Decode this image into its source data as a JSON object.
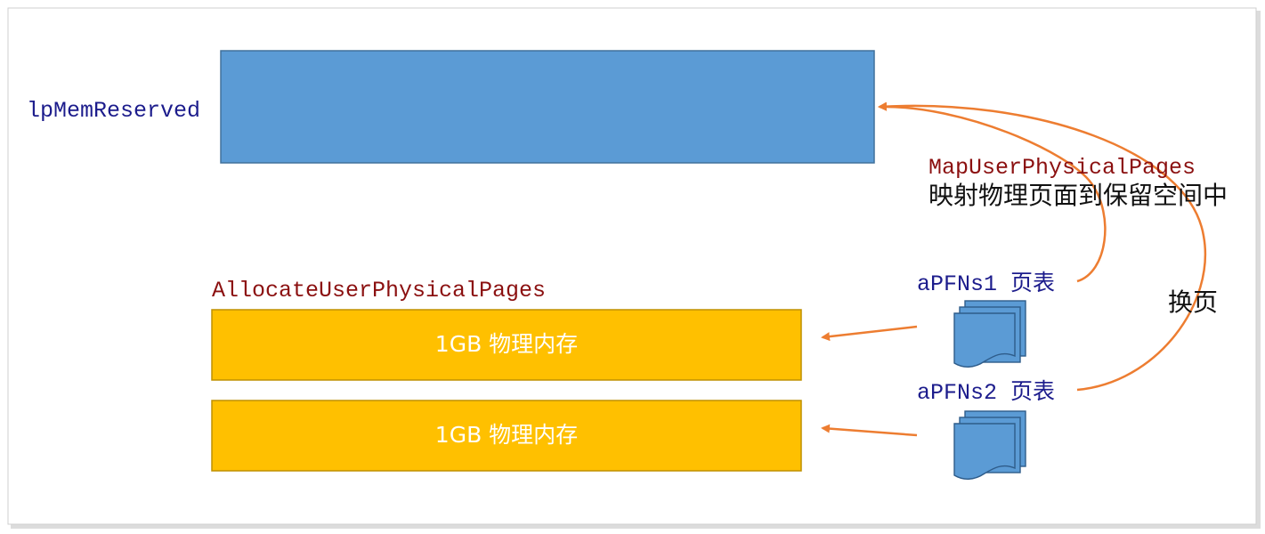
{
  "diagram": {
    "reserved_label": "lpMemReserved",
    "map_function": "MapUserPhysicalPages",
    "map_description": "映射物理页面到保留空间中",
    "allocate_function": "AllocateUserPhysicalPages",
    "memory_blocks": [
      {
        "label": "1GB 物理内存"
      },
      {
        "label": "1GB 物理内存"
      }
    ],
    "page_tables": [
      {
        "label": "aPFNs1 页表"
      },
      {
        "label": "aPFNs2 页表"
      }
    ],
    "swap_label": "换页"
  },
  "colors": {
    "reserved_block": "#5b9bd5",
    "memory_block": "#ffc000",
    "arrow": "#ed7d31",
    "variable_text": "#1c1c8c",
    "function_text": "#8b1010",
    "plain_text": "#111111",
    "page_table_icon": "#5b9bd5"
  }
}
